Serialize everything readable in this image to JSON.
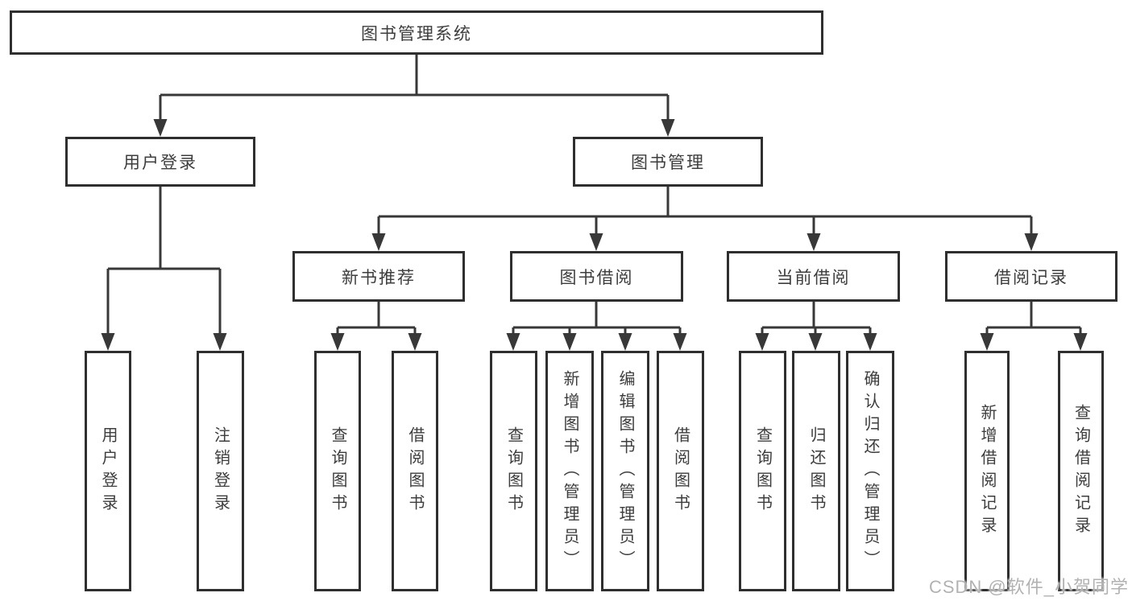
{
  "diagram_title": "图书管理系统",
  "tree": {
    "root": {
      "label": "图书管理系统"
    },
    "branches": [
      {
        "label": "用户登录",
        "children": [
          {
            "label": "用户登录"
          },
          {
            "label": "注销登录"
          }
        ]
      },
      {
        "label": "图书管理",
        "children": [
          {
            "label": "新书推荐",
            "children": [
              {
                "label": "查询图书"
              },
              {
                "label": "借阅图书"
              }
            ]
          },
          {
            "label": "图书借阅",
            "children": [
              {
                "label": "查询图书"
              },
              {
                "label": "新增图书（管理员）"
              },
              {
                "label": "编辑图书（管理员）"
              },
              {
                "label": "借阅图书"
              }
            ]
          },
          {
            "label": "当前借阅",
            "children": [
              {
                "label": "查询图书"
              },
              {
                "label": "归还图书"
              },
              {
                "label": "确认归还（管理员）"
              }
            ]
          },
          {
            "label": "借阅记录",
            "children": [
              {
                "label": "新增借阅记录"
              },
              {
                "label": "查询借阅记录"
              }
            ]
          }
        ]
      }
    ]
  },
  "watermark": {
    "text": "CSDN @软件_小贺同学",
    "color": "#b2b2b2"
  },
  "colors": {
    "background": "#ffffff",
    "box_border": "#2f2f2f",
    "connector_line": "#383838",
    "text": "#3d3d3d"
  }
}
